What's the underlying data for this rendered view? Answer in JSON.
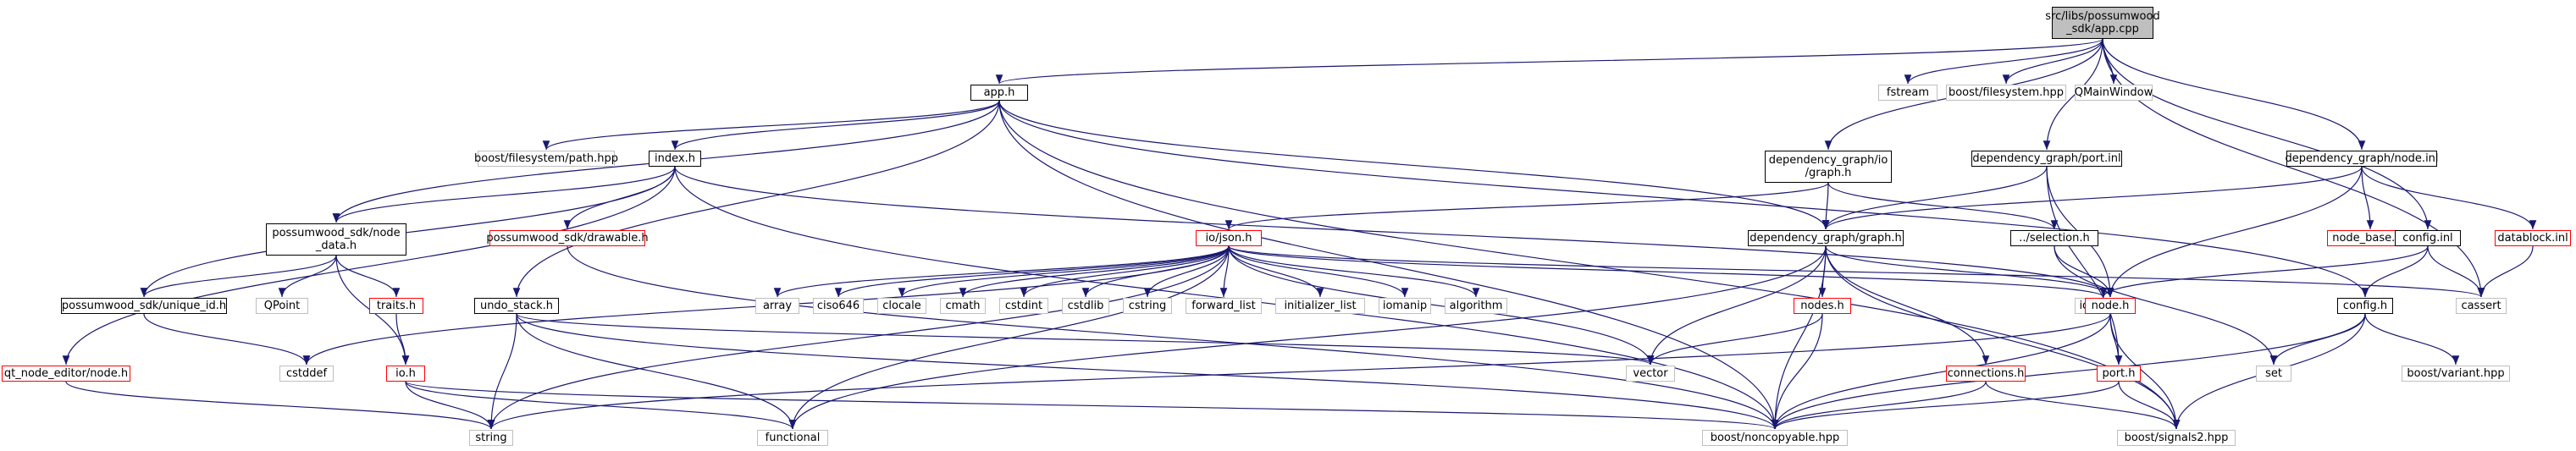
{
  "diagram": {
    "edge_color": "#191970",
    "nodes": [
      {
        "id": "app_cpp",
        "label": [
          "src/libs/possumwood",
          "_sdk/app.cpp"
        ],
        "style": "root"
      },
      {
        "id": "app_h",
        "label": [
          "app.h"
        ],
        "style": "black"
      },
      {
        "id": "fstream",
        "label": [
          "fstream"
        ],
        "style": "gray"
      },
      {
        "id": "boost_filesystem",
        "label": [
          "boost/filesystem.hpp"
        ],
        "style": "gray"
      },
      {
        "id": "qmainwindow",
        "label": [
          "QMainWindow"
        ],
        "style": "gray"
      },
      {
        "id": "dg_io_graph",
        "label": [
          "dependency_graph/io",
          "/graph.h"
        ],
        "style": "black"
      },
      {
        "id": "dg_port_inl",
        "label": [
          "dependency_graph/port.inl"
        ],
        "style": "black"
      },
      {
        "id": "dg_node_inl",
        "label": [
          "dependency_graph/node.inl"
        ],
        "style": "black"
      },
      {
        "id": "boost_fs_path",
        "label": [
          "boost/filesystem/path.hpp"
        ],
        "style": "gray"
      },
      {
        "id": "index_h",
        "label": [
          "index.h"
        ],
        "style": "black"
      },
      {
        "id": "node_data",
        "label": [
          "possumwood_sdk/node",
          "_data.h"
        ],
        "style": "black"
      },
      {
        "id": "drawable_h",
        "label": [
          "possumwood_sdk/drawable.h"
        ],
        "style": "red"
      },
      {
        "id": "io_json",
        "label": [
          "io/json.h"
        ],
        "style": "red"
      },
      {
        "id": "dg_graph_h",
        "label": [
          "dependency_graph/graph.h"
        ],
        "style": "black"
      },
      {
        "id": "selection_h",
        "label": [
          "../selection.h"
        ],
        "style": "black"
      },
      {
        "id": "node_base_inl",
        "label": [
          "node_base.inl"
        ],
        "style": "red"
      },
      {
        "id": "datablock_inl",
        "label": [
          "datablock.inl"
        ],
        "style": "red"
      },
      {
        "id": "config_inl",
        "label": [
          "config.inl"
        ],
        "style": "black"
      },
      {
        "id": "unique_id",
        "label": [
          "possumwood_sdk/unique_id.h"
        ],
        "style": "black"
      },
      {
        "id": "qpoint",
        "label": [
          "QPoint"
        ],
        "style": "gray"
      },
      {
        "id": "traits_h",
        "label": [
          "traits.h"
        ],
        "style": "red"
      },
      {
        "id": "undo_stack",
        "label": [
          "undo_stack.h"
        ],
        "style": "black"
      },
      {
        "id": "array",
        "label": [
          "array"
        ],
        "style": "gray"
      },
      {
        "id": "ciso646",
        "label": [
          "ciso646"
        ],
        "style": "gray"
      },
      {
        "id": "clocale",
        "label": [
          "clocale"
        ],
        "style": "gray"
      },
      {
        "id": "cmath",
        "label": [
          "cmath"
        ],
        "style": "gray"
      },
      {
        "id": "cstdint",
        "label": [
          "cstdint"
        ],
        "style": "gray"
      },
      {
        "id": "cstdlib",
        "label": [
          "cstdlib"
        ],
        "style": "gray"
      },
      {
        "id": "cstring",
        "label": [
          "cstring"
        ],
        "style": "gray"
      },
      {
        "id": "forward_list",
        "label": [
          "forward_list"
        ],
        "style": "gray"
      },
      {
        "id": "initializer_list",
        "label": [
          "initializer_list"
        ],
        "style": "gray"
      },
      {
        "id": "iomanip",
        "label": [
          "iomanip"
        ],
        "style": "gray"
      },
      {
        "id": "algorithm",
        "label": [
          "algorithm"
        ],
        "style": "gray"
      },
      {
        "id": "nodes_h",
        "label": [
          "nodes.h"
        ],
        "style": "red"
      },
      {
        "id": "iostream",
        "label": [
          "iostream"
        ],
        "style": "gray"
      },
      {
        "id": "node_h",
        "label": [
          "node.h"
        ],
        "style": "red"
      },
      {
        "id": "cassert",
        "label": [
          "cassert"
        ],
        "style": "gray"
      },
      {
        "id": "config_h",
        "label": [
          "config.h"
        ],
        "style": "black"
      },
      {
        "id": "qt_node_editor",
        "label": [
          "qt_node_editor/node.h"
        ],
        "style": "red"
      },
      {
        "id": "cstddef",
        "label": [
          "cstddef"
        ],
        "style": "gray"
      },
      {
        "id": "io_h",
        "label": [
          "io.h"
        ],
        "style": "red"
      },
      {
        "id": "vector",
        "label": [
          "vector"
        ],
        "style": "gray"
      },
      {
        "id": "connections_h",
        "label": [
          "connections.h"
        ],
        "style": "red"
      },
      {
        "id": "port_h",
        "label": [
          "port.h"
        ],
        "style": "red"
      },
      {
        "id": "set",
        "label": [
          "set"
        ],
        "style": "gray"
      },
      {
        "id": "boost_variant",
        "label": [
          "boost/variant.hpp"
        ],
        "style": "gray"
      },
      {
        "id": "string",
        "label": [
          "string"
        ],
        "style": "gray"
      },
      {
        "id": "functional",
        "label": [
          "functional"
        ],
        "style": "gray"
      },
      {
        "id": "noncopyable",
        "label": [
          "boost/noncopyable.hpp"
        ],
        "style": "gray"
      },
      {
        "id": "signals2",
        "label": [
          "boost/signals2.hpp"
        ],
        "style": "gray"
      }
    ],
    "edges": [
      [
        "app_cpp",
        "app_h"
      ],
      [
        "app_cpp",
        "fstream"
      ],
      [
        "app_cpp",
        "boost_filesystem"
      ],
      [
        "app_cpp",
        "qmainwindow"
      ],
      [
        "app_cpp",
        "dg_io_graph"
      ],
      [
        "app_cpp",
        "dg_port_inl"
      ],
      [
        "app_cpp",
        "dg_node_inl"
      ],
      [
        "app_cpp",
        "config_inl"
      ],
      [
        "app_cpp",
        "cassert"
      ],
      [
        "app_h",
        "boost_fs_path"
      ],
      [
        "app_h",
        "index_h"
      ],
      [
        "app_h",
        "node_data"
      ],
      [
        "app_h",
        "undo_stack"
      ],
      [
        "app_h",
        "dg_graph_h"
      ],
      [
        "app_h",
        "noncopyable"
      ],
      [
        "app_h",
        "signals2"
      ],
      [
        "app_h",
        "config_h"
      ],
      [
        "index_h",
        "node_data"
      ],
      [
        "index_h",
        "drawable_h"
      ],
      [
        "index_h",
        "unique_id"
      ],
      [
        "index_h",
        "qt_node_editor"
      ],
      [
        "index_h",
        "node_h"
      ],
      [
        "index_h",
        "noncopyable"
      ],
      [
        "node_data",
        "unique_id"
      ],
      [
        "node_data",
        "qpoint"
      ],
      [
        "node_data",
        "traits_h"
      ],
      [
        "node_data",
        "io_h"
      ],
      [
        "drawable_h",
        "noncopyable"
      ],
      [
        "unique_id",
        "cstddef"
      ],
      [
        "traits_h",
        "io_h"
      ],
      [
        "io_h",
        "string"
      ],
      [
        "io_h",
        "functional"
      ],
      [
        "io_h",
        "noncopyable"
      ],
      [
        "qt_node_editor",
        "string"
      ],
      [
        "undo_stack",
        "vector"
      ],
      [
        "undo_stack",
        "string"
      ],
      [
        "undo_stack",
        "functional"
      ],
      [
        "undo_stack",
        "noncopyable"
      ],
      [
        "dg_io_graph",
        "io_json"
      ],
      [
        "dg_io_graph",
        "dg_graph_h"
      ],
      [
        "dg_io_graph",
        "selection_h"
      ],
      [
        "dg_port_inl",
        "dg_graph_h"
      ],
      [
        "dg_port_inl",
        "node_h"
      ],
      [
        "dg_port_inl",
        "port_h"
      ],
      [
        "dg_node_inl",
        "dg_graph_h"
      ],
      [
        "dg_node_inl",
        "node_base_inl"
      ],
      [
        "dg_node_inl",
        "datablock_inl"
      ],
      [
        "dg_node_inl",
        "node_h"
      ],
      [
        "io_json",
        "array"
      ],
      [
        "io_json",
        "ciso646"
      ],
      [
        "io_json",
        "clocale"
      ],
      [
        "io_json",
        "cmath"
      ],
      [
        "io_json",
        "cstdint"
      ],
      [
        "io_json",
        "cstdlib"
      ],
      [
        "io_json",
        "cstring"
      ],
      [
        "io_json",
        "forward_list"
      ],
      [
        "io_json",
        "initializer_list"
      ],
      [
        "io_json",
        "iomanip"
      ],
      [
        "io_json",
        "algorithm"
      ],
      [
        "io_json",
        "iostream"
      ],
      [
        "io_json",
        "cassert"
      ],
      [
        "io_json",
        "vector"
      ],
      [
        "io_json",
        "string"
      ],
      [
        "io_json",
        "functional"
      ],
      [
        "io_json",
        "cstddef"
      ],
      [
        "dg_graph_h",
        "nodes_h"
      ],
      [
        "dg_graph_h",
        "connections_h"
      ],
      [
        "dg_graph_h",
        "node_h"
      ],
      [
        "dg_graph_h",
        "vector"
      ],
      [
        "dg_graph_h",
        "noncopyable"
      ],
      [
        "dg_graph_h",
        "signals2"
      ],
      [
        "dg_graph_h",
        "functional"
      ],
      [
        "selection_h",
        "set"
      ],
      [
        "selection_h",
        "node_h"
      ],
      [
        "nodes_h",
        "vector"
      ],
      [
        "nodes_h",
        "noncopyable"
      ],
      [
        "node_h",
        "port_h"
      ],
      [
        "node_h",
        "noncopyable"
      ],
      [
        "node_h",
        "signals2"
      ],
      [
        "node_h",
        "string"
      ],
      [
        "connections_h",
        "noncopyable"
      ],
      [
        "connections_h",
        "signals2"
      ],
      [
        "port_h",
        "noncopyable"
      ],
      [
        "port_h",
        "signals2"
      ],
      [
        "datablock_inl",
        "cassert"
      ],
      [
        "config_inl",
        "config_h"
      ],
      [
        "config_inl",
        "cassert"
      ],
      [
        "config_inl",
        "iostream"
      ],
      [
        "config_h",
        "set"
      ],
      [
        "config_h",
        "boost_variant"
      ],
      [
        "config_h",
        "noncopyable"
      ],
      [
        "config_h",
        "signals2"
      ]
    ]
  }
}
